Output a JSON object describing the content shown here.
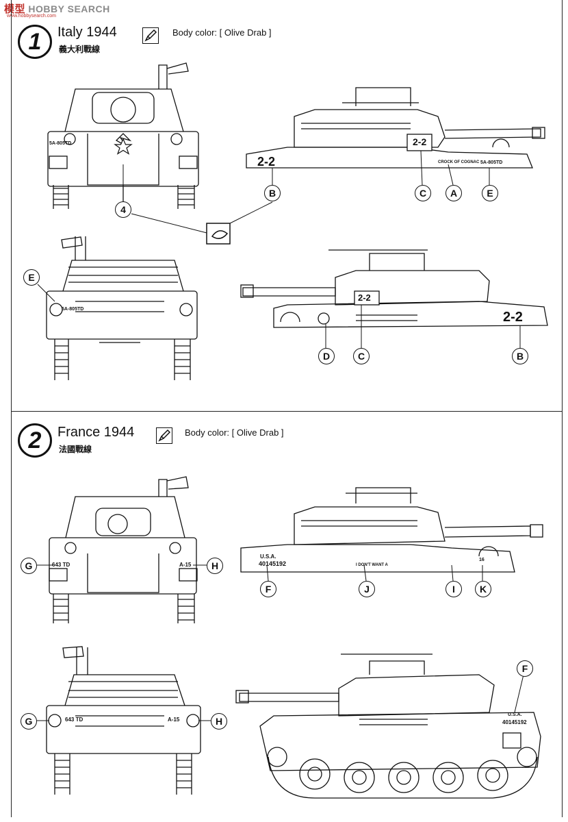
{
  "watermark": {
    "cn": "模型",
    "text": "HOBBY SEARCH",
    "url": "www.hobbysearch.com"
  },
  "sections": [
    {
      "number": "1",
      "title": "Italy 1944",
      "subtitle": "義大利戰線",
      "body_color_label": "Body color:",
      "body_color_value": "[ Olive Drab ]"
    },
    {
      "number": "2",
      "title": "France 1944",
      "subtitle": "法國戰線",
      "body_color_label": "Body color:",
      "body_color_value": "[ Olive Drab ]"
    }
  ],
  "markings": {
    "unit_805": "5A-805TD",
    "turret_num": "2-2",
    "hull_num": "2-2",
    "name_cognac": "CROCK OF COGNAC",
    "unit_643": "643 TD",
    "a15": "A-15",
    "usa": "U.S.A.",
    "serial": "40145192",
    "dont_want": "I DON'T WANT A",
    "plate_16": "16"
  },
  "callouts": {
    "A": "A",
    "B": "B",
    "C": "C",
    "D": "D",
    "E": "E",
    "F": "F",
    "G": "G",
    "H": "H",
    "I": "I",
    "J": "J",
    "K": "K",
    "four": "4"
  },
  "colors": {
    "line": "#111111",
    "paper": "#ffffff",
    "watermark_red": "#c0302a"
  }
}
